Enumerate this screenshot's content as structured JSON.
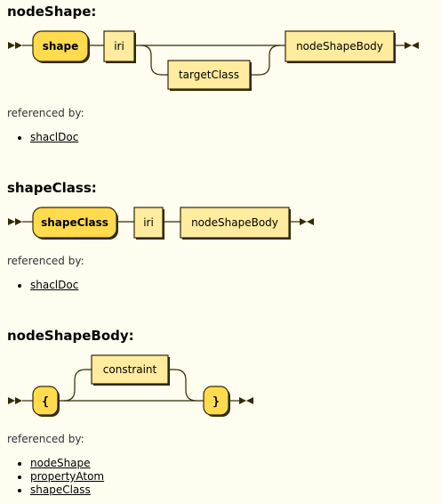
{
  "sections": [
    {
      "title": "nodeShape:",
      "tokens": {
        "shape": "shape",
        "iri": "iri",
        "targetClass": "targetClass",
        "nodeShapeBody": "nodeShapeBody"
      },
      "referenced_by_label": "referenced by:",
      "refs": [
        "shaclDoc"
      ]
    },
    {
      "title": "shapeClass:",
      "tokens": {
        "shapeClass": "shapeClass",
        "iri": "iri",
        "nodeShapeBody": "nodeShapeBody"
      },
      "referenced_by_label": "referenced by:",
      "refs": [
        "shaclDoc"
      ]
    },
    {
      "title": "nodeShapeBody:",
      "tokens": {
        "lbrace": "{",
        "constraint": "constraint",
        "rbrace": "}"
      },
      "referenced_by_label": "referenced by:",
      "refs": [
        "nodeShape",
        "propertyAtom",
        "shapeClass"
      ]
    }
  ],
  "colors": {
    "background": "#FFFCF0",
    "terminal_fill": "#FFDB4D",
    "nonterminal_fill": "#FFEC9E",
    "stroke": "#332900"
  }
}
